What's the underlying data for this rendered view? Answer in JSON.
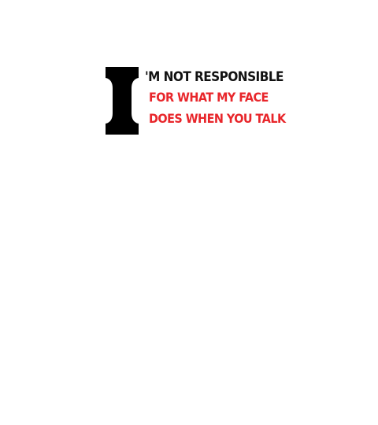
{
  "design": {
    "big_letter": "I",
    "line_1": "'M NOT RESPONSIBLE",
    "line_2": "FOR WHAT MY FACE",
    "line_3": "DOES WHEN YOU TALK"
  },
  "colors": {
    "background": "#ffffff",
    "dark_text": "#111111",
    "accent_red": "#e8262b"
  }
}
